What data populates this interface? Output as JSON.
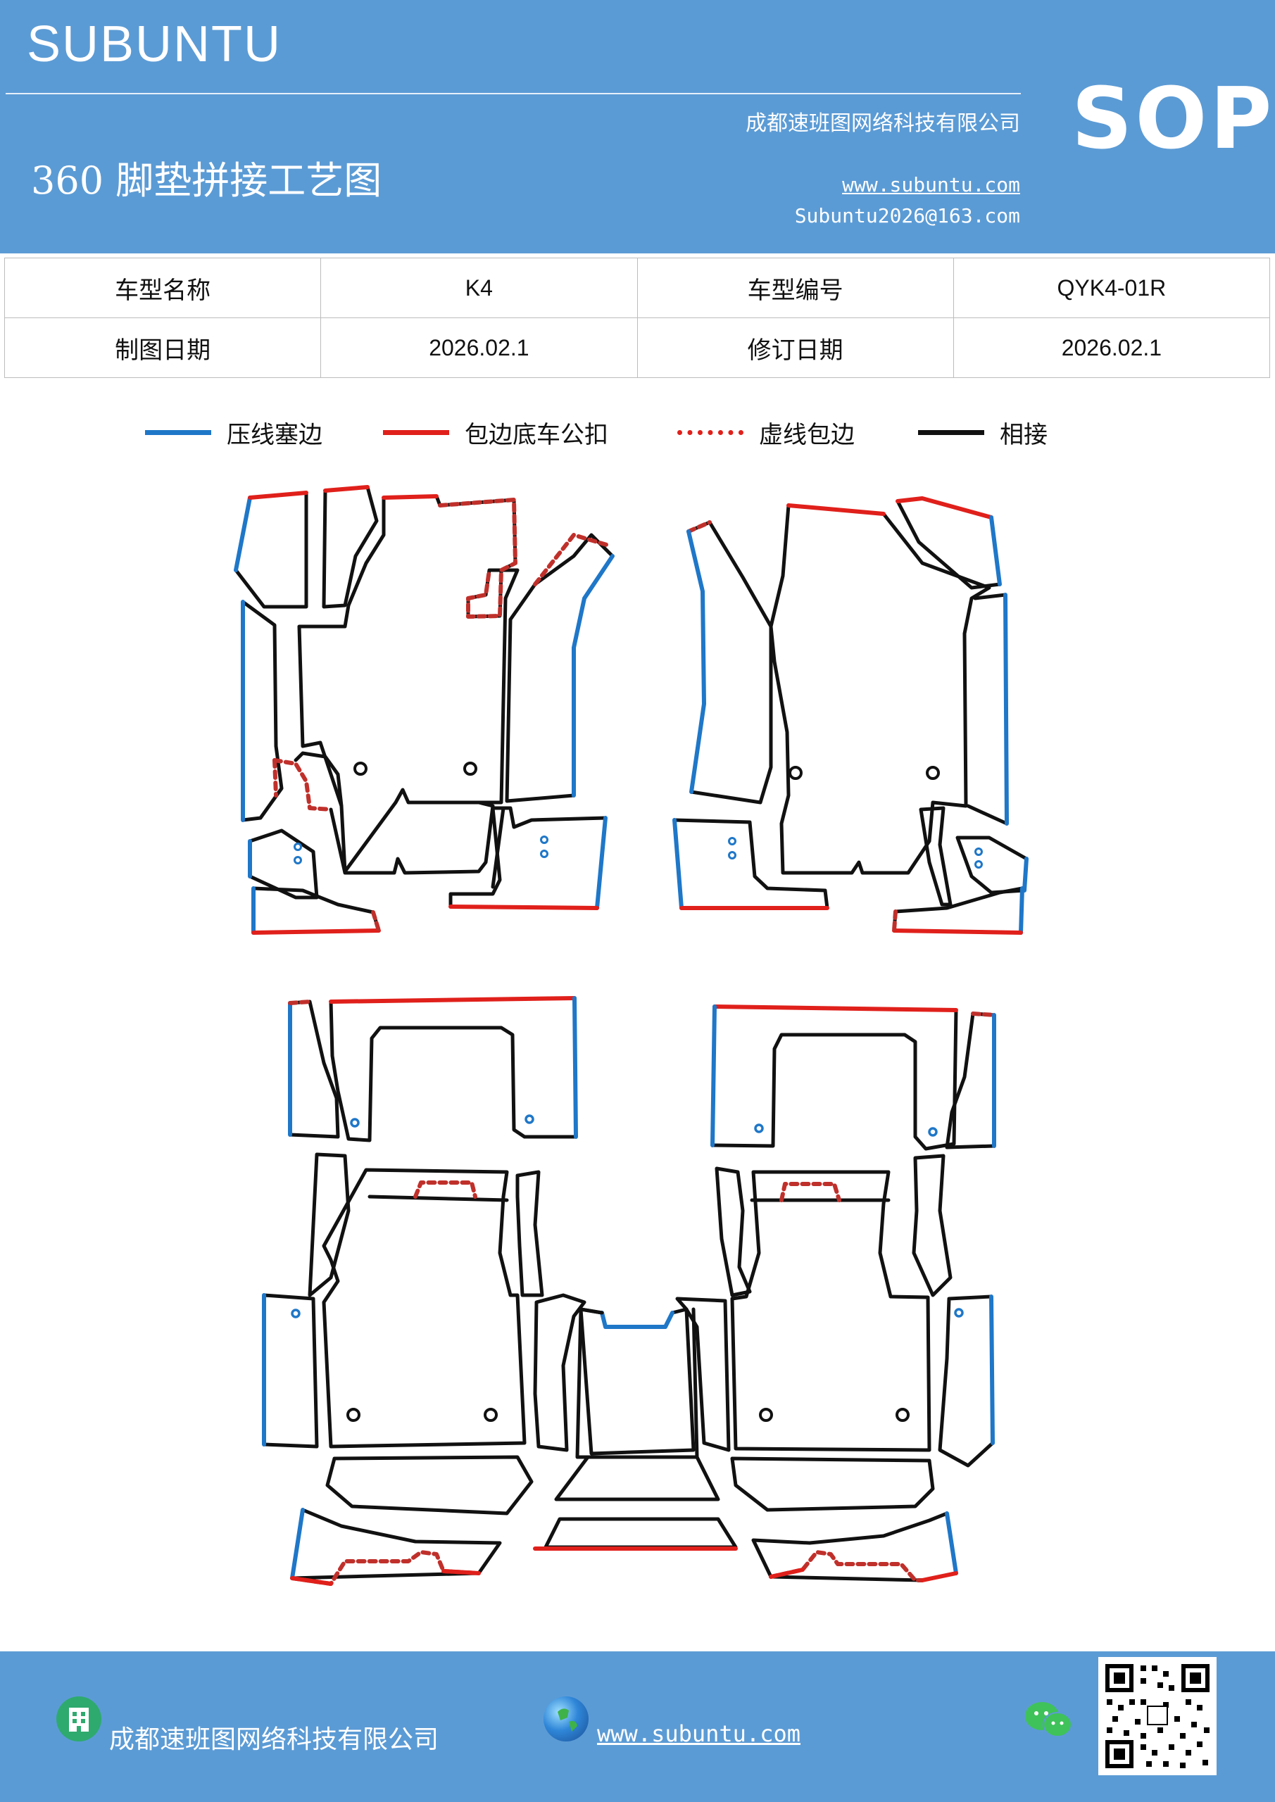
{
  "header": {
    "brand": "SUBUNTU",
    "company": "成都速班图网络科技有限公司",
    "title": "360 脚垫拼接工艺图",
    "website": "www.subuntu.com",
    "email": "Subuntu2026@163.com",
    "badge": "SOP"
  },
  "info": {
    "model_name_label": "车型名称",
    "model_name": "K4",
    "model_code_label": "车型编号",
    "model_code": "QYK4-01R",
    "draw_date_label": "制图日期",
    "draw_date": "2026.02.1",
    "revise_date_label": "修订日期",
    "revise_date": "2026.02.1"
  },
  "legend": [
    {
      "label": "压线塞边",
      "color": "#1f77c8",
      "style": "solid"
    },
    {
      "label": "包边底车公扣",
      "color": "#e0201b",
      "style": "solid"
    },
    {
      "label": "虚线包边",
      "color": "#e0201b",
      "style": "dashed"
    },
    {
      "label": "相接",
      "color": "#111111",
      "style": "solid"
    }
  ],
  "colors": {
    "header_bg": "#5b9bd5",
    "blue_edge": "#1f77c8",
    "red_edge": "#e0201b",
    "dashed_edge": "#c0302b",
    "seam": "#111111"
  },
  "footer": {
    "company": "成都速班图网络科技有限公司",
    "website": "www.subuntu.com",
    "icons": [
      "building-icon",
      "globe-icon",
      "wechat-icon",
      "qr-code"
    ]
  }
}
